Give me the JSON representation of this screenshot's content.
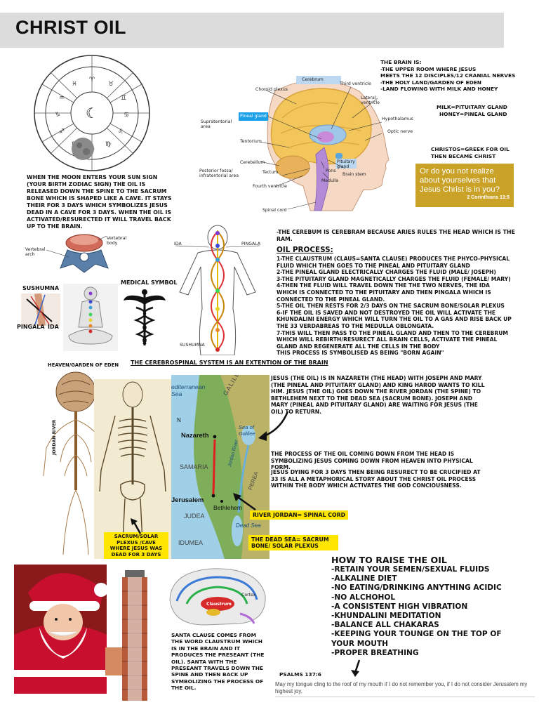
{
  "header": {
    "title": "CHRIST OIL"
  },
  "zodiac": {
    "signs": [
      "Pisces",
      "Aries",
      "Taurus",
      "Gemini",
      "Cancer",
      "Leo",
      "Virgo",
      "Libra",
      "Scorpio",
      "Sagittarius",
      "Capricorn",
      "Aquarius"
    ],
    "caption": "WHEN THE MOON ENTERS YOUR SUN SIGN (YOUR BIRTH ZODIAC SIGN) THE OIL IS RELEASED DOWN THE SPINE TO THE SACRUM BONE WHICH IS SHAPED LIKE A CAVE. IT STAYS THEIR FOR 3 DAYS WHICH SYMBOLIZES JESUS DEAD IN A CAVE FOR 3 DAYS. WHEN THE OIL IS ACTIVATED/RESURECTED IT WILL TRAVEL BACK UP TO THE BRAIN."
  },
  "brain_diagram": {
    "labels": {
      "cerebrum": "Cerebrum",
      "choroid": "Choroid plexus",
      "third_ventricle": "Third ventricle",
      "lateral_ventricle": "Lateral ventricle",
      "pineal": "Pineal gland",
      "supratentorial": "Supratentorial area",
      "hypothalamus": "Hypothalamus",
      "optic": "Optic nerve",
      "tentorium": "Tentorium",
      "cerebellum": "Cerebellum",
      "pituitary": "Pituitary gland",
      "posterior": "Posterior fossa/ infratentorial area",
      "tectum": "Tectum",
      "pons": "Pons",
      "brainstem": "Brain stem",
      "medulla": "Medulla",
      "fourth": "Fourth ventricle",
      "spinal": "Spinal cord"
    }
  },
  "brain_notes": {
    "heading": "THE BRAIN IS:",
    "lines": [
      "-THE UPPER ROOM WHERE JESUS",
      "MEETS THE 12 DISCIPLES/12 CRANIAL NERVES",
      "-THE HOLY LAND/GARDEN OF EDEN",
      "-LAND FLOWING WITH MILK AND HONEY"
    ],
    "milk": "MILK=PITUITARY  GLAND",
    "honey": "HONEY=PINEAL GLAND",
    "christos1": "CHRISTOS=GREEK FOR OIL",
    "christos2": "THEN BECAME CHRIST"
  },
  "verse_box": {
    "text": "Or do you not realize about yourselves that Jesus Christ is in you?",
    "ref": "2 Corinthians 13:5"
  },
  "spine_labels": {
    "vertebral_body": "Vertebral body",
    "vertebral_arch": "Vertebral arch",
    "sushumna": "SUSHUMNA",
    "pingala": "PINGALA",
    "ida": "IDA",
    "medical_symbol": "MEDICAL SYMBOL",
    "ida_body": "IDA",
    "pingala_body": "PINGALA",
    "sushumna_body": "SUSHUMNA"
  },
  "cerebum_note": "-THE CEREBUM  IS CEREBRAM BECAUSE ARIES RULES THE HEAD WHICH IS THE RAM.",
  "oil_process": {
    "heading": "OIL PROCESS:",
    "steps": [
      "1-THE CLAUSTRUM (CLAUS=SANTA CLAUSE) PRODUCES THE PHYCO-PHYSICAL FLUID WHICH THEN GOES TO THE PINEAL AND PITUITARY GLAND",
      "2-THE PINEAL GLAND ELECTRICALLY CHARGES THE FLUID (MALE/ JOSEPH)",
      "3-THE PITUITARY GLAND MAGNETICALLY CHARGES THE FLUID (FEMALE/ MARY)",
      "4-THEN THE FLUID WILL TRAVEL DOWN THE THE TWO NERVES, THE IDA WHICH IS CONNECTED TO THE PITUITARY AND THEN PINGALA WHICH IS CONNECTED TO THE PINEAL GLAND.",
      "5-THE OIL THEN RESTS FOR 2/3 DAYS ON THE SACRUM BONE/SOLAR PLEXUS",
      "6-IF  THE OIL IS SAVED AND NOT DESTROYED THE OIL WILL ACTIVATE THE KHUNDALINI ENERGY WHICH WILL TURN THE OIL TO A GAS AND RISE BACK UP THE 33 VERDABREAS TO THE MEDULLA OBLONGATA.",
      "7-THIS WILL THEN PASS TO THE PINEAL GLAND AND THEN TO THE CEREBRUM WHICH WILL REBIRTH/RESURECT ALL BRAIN CELLS, ACTIVATE THE PINEAL GLAND AND REGENERATE ALL THE CELLS IN THE BODY",
      "THIS PROCESS IS SYMBOLISED AS BEING \"BORN AGAIN\""
    ]
  },
  "section2": {
    "heaven_label": "HEAVEN/GARDEN OF EDEN",
    "cerebrospinal": "THE  CEREBROSPINAL SYSTEM IS AN EXTENTION OF THE BRAIN",
    "jordan_river_label": "JORDAN RIVER",
    "sacrum_highlight": "SACRUM/SOLAR PLEXUS /CAVE WHERE JESUS WAS DEAD FOR 3 DAYS"
  },
  "map": {
    "sea": "editerranean Sea",
    "galilee": "GALILEE",
    "sea_galilee": "Sea of Galilee",
    "nazareth": "Nazareth",
    "samaria": "SAMARIA",
    "jordan": "Jordan River",
    "jerusalem": "Jerusalem",
    "bethlehem": "Bethlehem",
    "judea": "JUDEA",
    "perea": "PEREA",
    "dead_sea": "Dead Sea",
    "idumea": "IDUMEA",
    "north": "N",
    "river_jordan_highlight": "RIVER JORDAN= SPINAL CORD",
    "dead_sea_highlight": "THE DEAD SEA= SACRUM BONE/ SOLAR PLEXUS"
  },
  "jesus_notes": {
    "p1": "JESUS (THE OIL) IS IN NAZARETH (THE HEAD) WITH JOSEPH AND MARY (THE PINEAL AND PITUITARY GLAND) AND KING HAROD WANTS TO KILL HIM. JESUS (THE OIL) GOES DOWN THE RIVER JORDAN (THE SPINE) TO BETHLEHEM NEXT TO THE DEAD SEA (SACRUM BONE). JOSEPH AND MARY (PINEAL AND PITUITARY GLAND) ARE WAITING FOR JESUS (THE OIL) TO RETURN.",
    "p2": "THE PROCESS OF THE OIL COMING DOWN FROM THE HEAD IS SYMBOLIZING JESUS COMING DOWN FROM HEAVEN INTO PHYSICAL FORM.",
    "p3": "JESUS DYING FOR 3 DAYS THEN BEING RESURECT TO BE CRUCIFIED AT 33 IS ALL A METAPHORICAL STORY ABOUT THE CHRIST OIL PROCESS WITHIN THE BODY WHICH ACTIVATES THE GOD CONCIOUSNESS."
  },
  "raise_oil": {
    "heading": "HOW TO RAISE THE OIL",
    "items": [
      "-RETAIN YOUR SEMEN/SEXUAL FLUIDS",
      "-ALKALINE DIET",
      "-NO EATING/DRINKING ANYTHING ACIDIC",
      "-NO ALCHOHOL",
      "-A CONSISTENT HIGH VIBRATION",
      "-KHUNDALINI MEDITATION",
      "-BALANCE ALL CHAKARAS",
      "-KEEPING YOUR TOUNGE ON THE TOP OF YOUR MOUTH",
      "-PROPER BREATHING"
    ]
  },
  "santa": {
    "caption": "SANTA CLAUSE COMES FROM THE WORD CLAUSTRUM WHICH IS IN THE BRAIN AND IT PRODUCES THE PRESEANT (THE OIL). SANTA WITH THE PRESEANT TRAVELS DOWN THE SPINE AND THEN BACK UP SYMBOLIZING THE PROCESS OF THE OIL.",
    "claustrum_label": "Claustrum",
    "cortex_label": "Cortex"
  },
  "psalms": {
    "ref": "PSALMS 137:6",
    "verse": "May my tongue cling to the roof of my mouth if I do not remember you, if I do not consider Jerusalem my highest joy."
  },
  "colors": {
    "highlight": "#ffe600",
    "gold_box": "#c9a227",
    "header_bg": "#dcdcdc",
    "santa_red": "#c8102e",
    "map_green": "#7fae5a"
  }
}
